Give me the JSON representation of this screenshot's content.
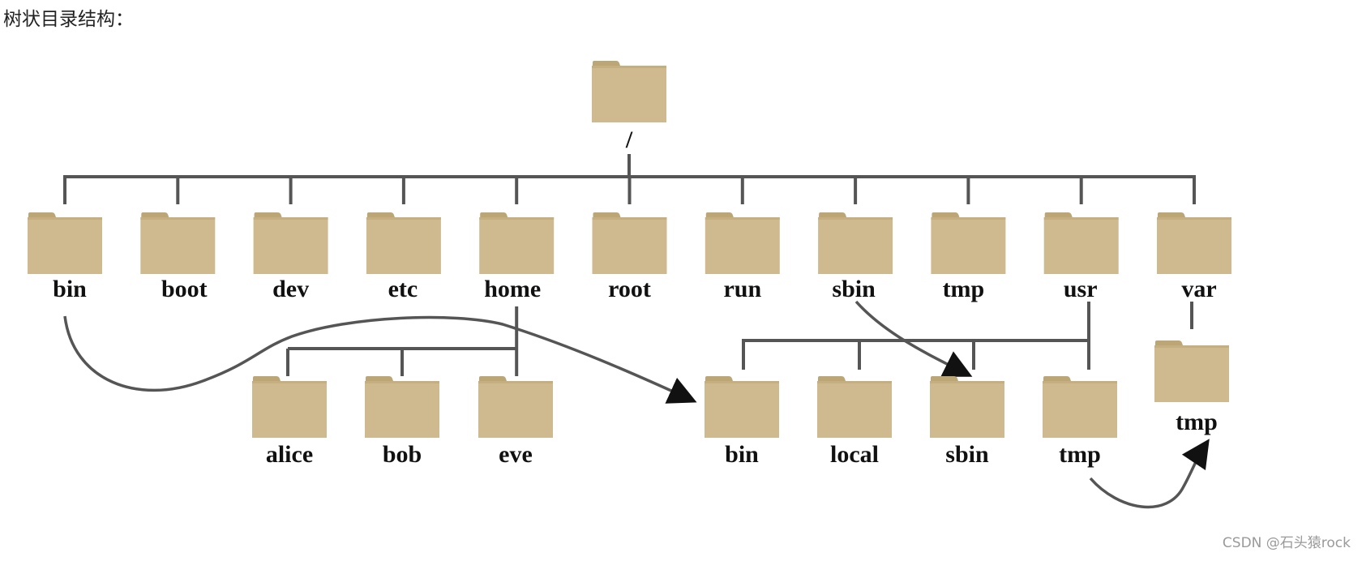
{
  "heading": "树状目录结构：",
  "watermark": "CSDN @石头猿rock",
  "colors": {
    "folder": "#cfba8f",
    "folder_tab": "#bda676",
    "line": "#555555"
  },
  "tree": {
    "root": {
      "label": "/"
    },
    "top_level": [
      "bin",
      "boot",
      "dev",
      "etc",
      "home",
      "root",
      "run",
      "sbin",
      "tmp",
      "usr",
      "var"
    ],
    "home_children": [
      "alice",
      "bob",
      "eve"
    ],
    "usr_children": [
      "bin",
      "local",
      "sbin",
      "tmp"
    ],
    "var_children": [
      "tmp"
    ]
  },
  "links": [
    {
      "from": "bin",
      "to": "usr/bin"
    },
    {
      "from": "sbin",
      "to": "usr/sbin"
    },
    {
      "from": "usr/tmp",
      "to": "var/tmp"
    }
  ]
}
